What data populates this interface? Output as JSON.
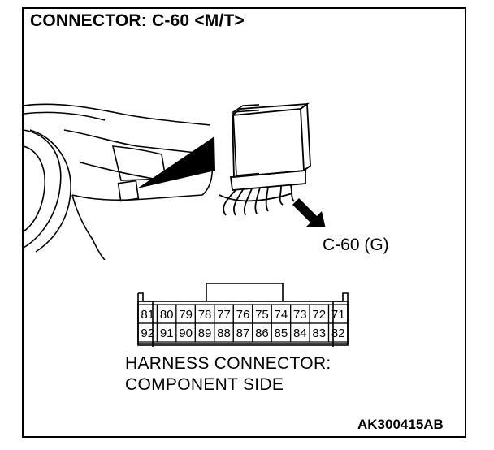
{
  "title": "CONNECTOR: C-60 <M/T>",
  "connector_label": "C-60 (G)",
  "pins_top": [
    "81",
    "80",
    "79",
    "78",
    "77",
    "76",
    "75",
    "74",
    "73",
    "72",
    "71"
  ],
  "pins_bottom": [
    "92",
    "91",
    "90",
    "89",
    "88",
    "87",
    "86",
    "85",
    "84",
    "83",
    "82"
  ],
  "harness_line1": "HARNESS CONNECTOR:",
  "harness_line2": "COMPONENT SIDE",
  "figure_code": "AK300415AB"
}
